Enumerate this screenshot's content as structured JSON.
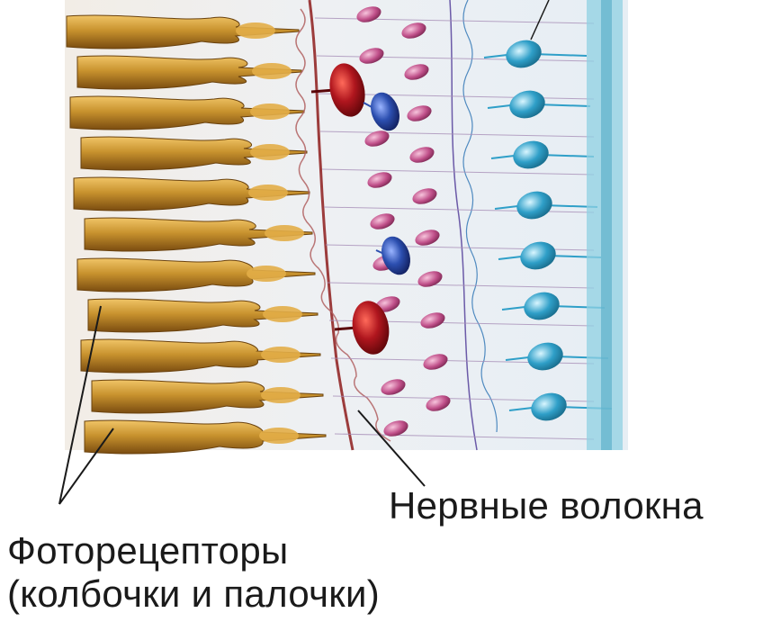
{
  "labels": {
    "nerve_fibers": "Нервные волокна",
    "photoreceptors_line1": "Фоторецепторы",
    "photoreceptors_line2": "(колбочки и палочки)"
  },
  "colors": {
    "photoreceptor": "#c8922e",
    "photoreceptor_dark": "#8a5a14",
    "membrane": "#b06060",
    "bipolar_cell": "#c0508a",
    "large_neuron": "#b0161e",
    "amacrine_cell": "#2c4fb0",
    "ganglion_cell": "#2f9fc8",
    "inner_band": "#6fb8d0",
    "background_tissue": "#e9eef3"
  }
}
